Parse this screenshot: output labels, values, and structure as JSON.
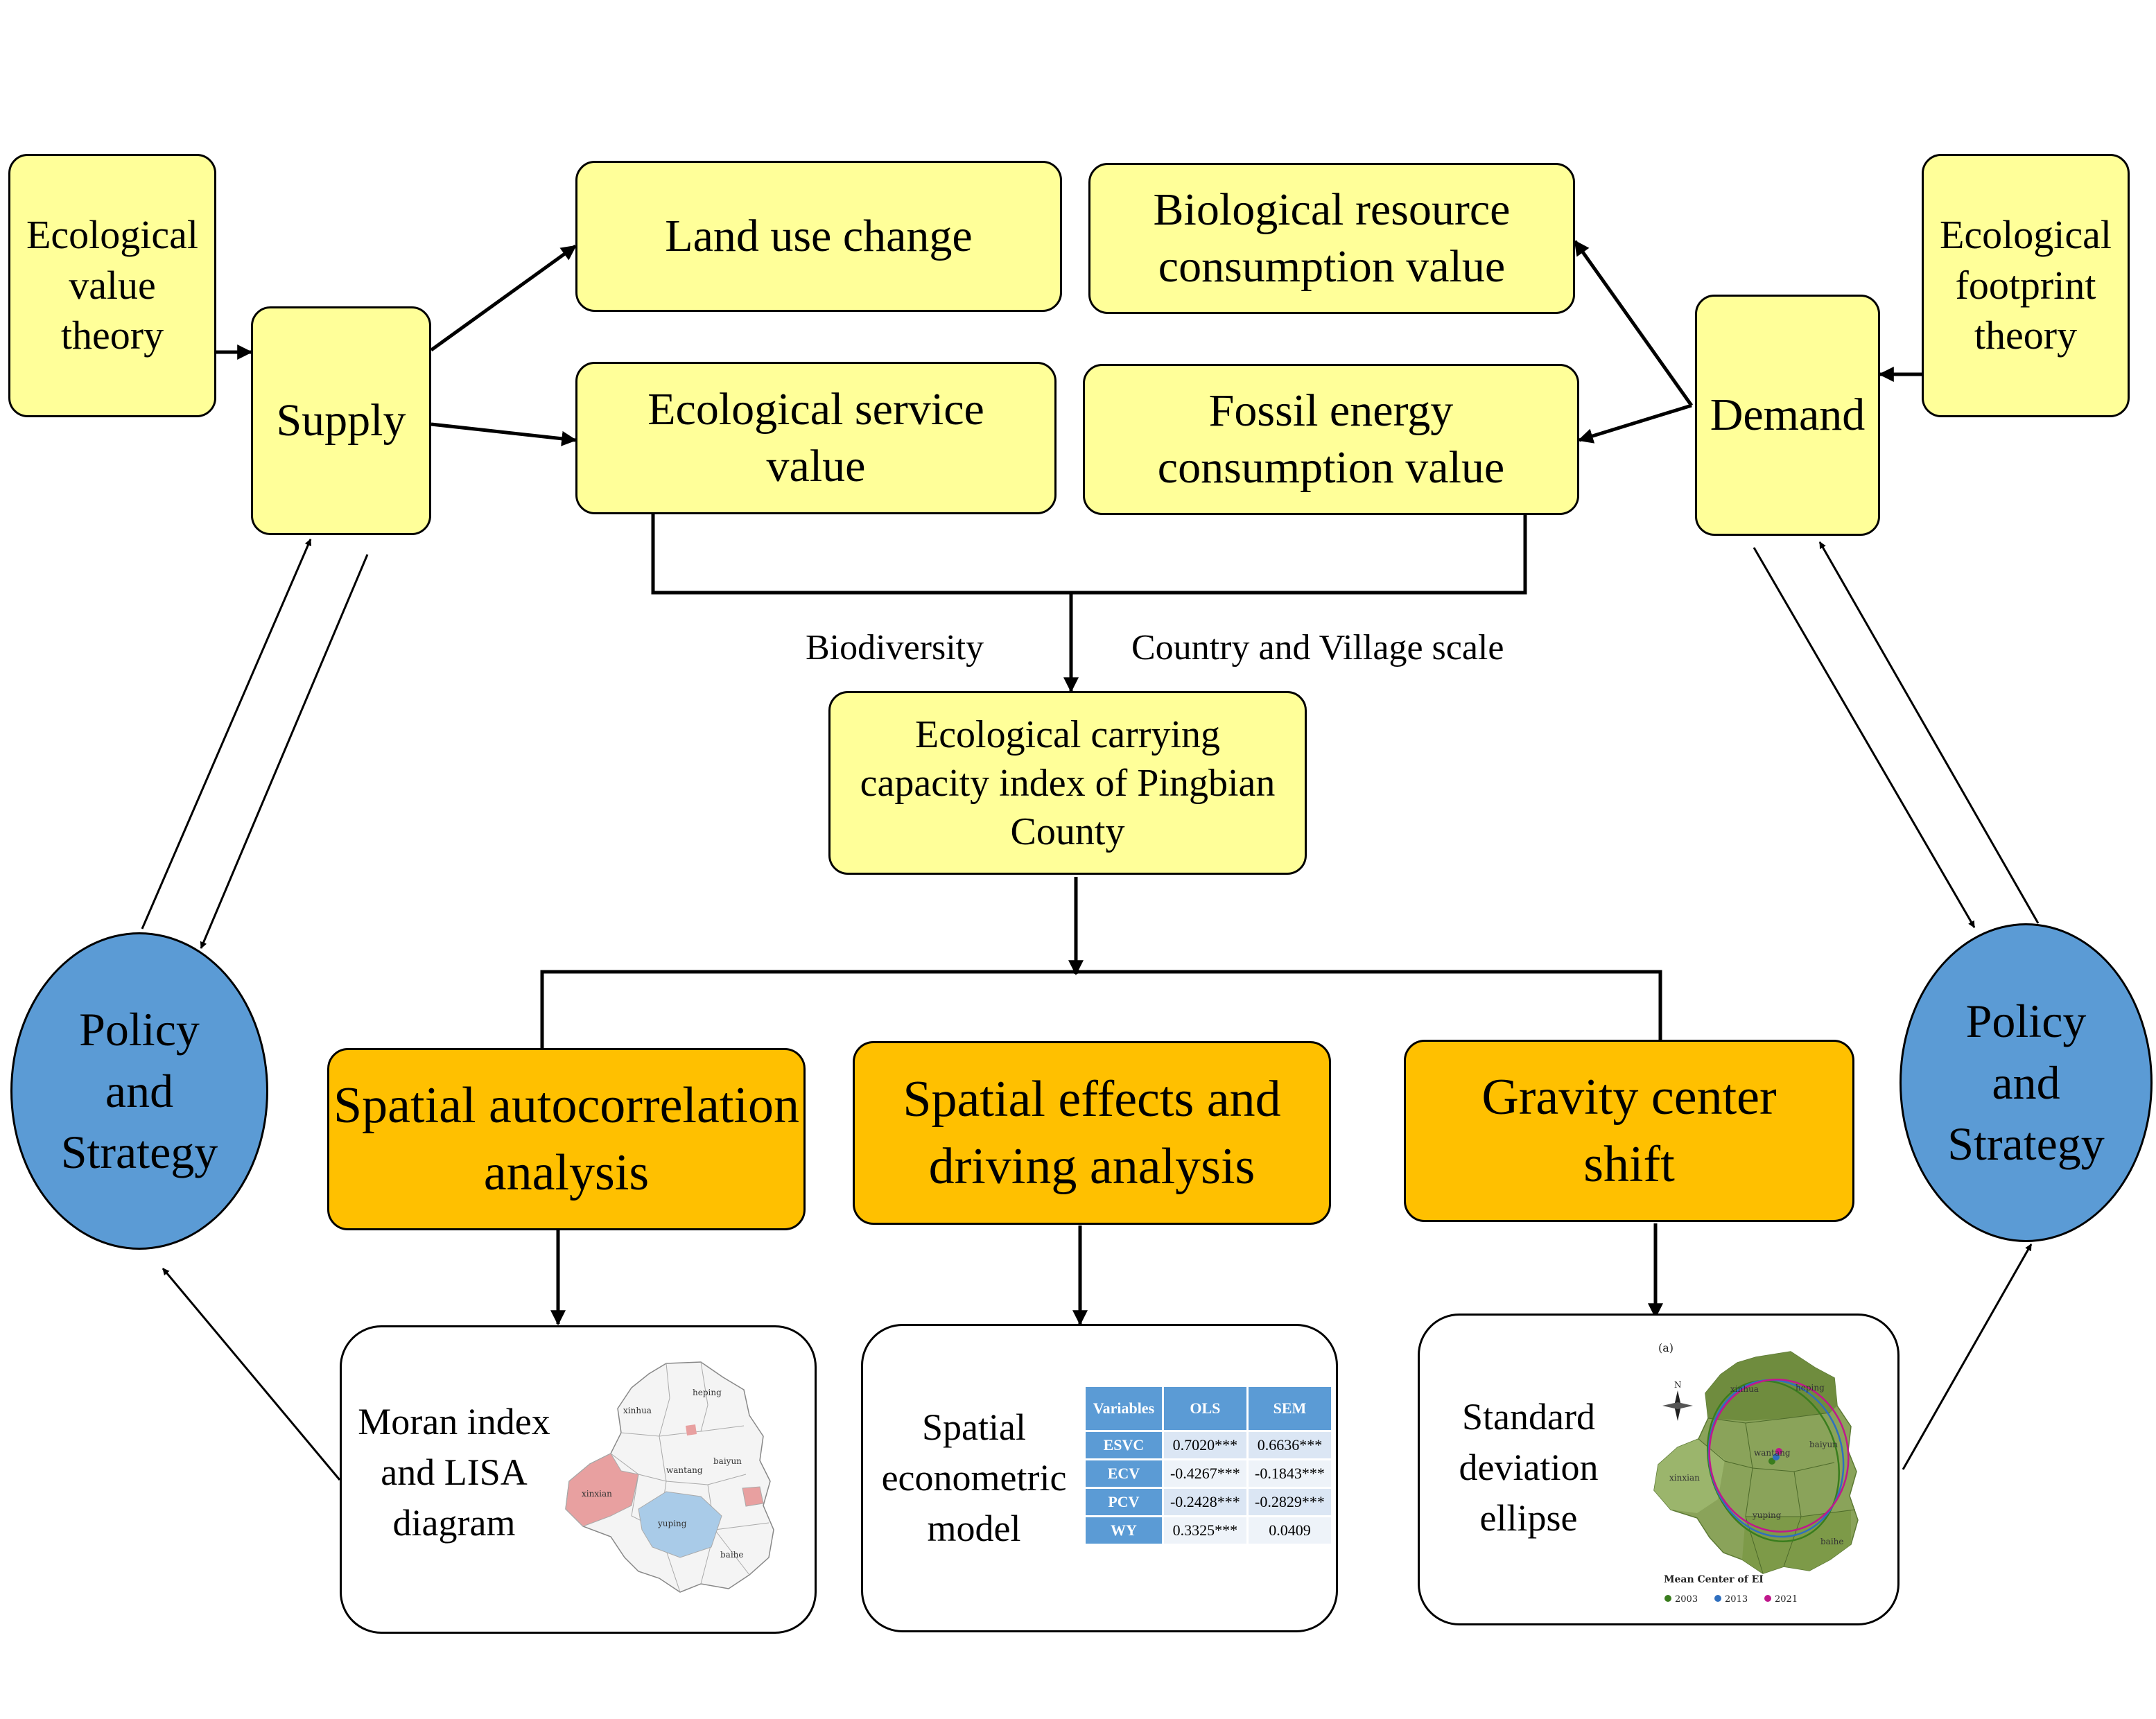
{
  "nodes": {
    "ecological_value_theory": "Ecological\nvalue\ntheory",
    "supply": "Supply",
    "land_use_change": "Land use change",
    "ecological_service_value": "Ecological service\nvalue",
    "biological_resource": "Biological resource\nconsumption value",
    "fossil_energy": "Fossil energy\nconsumption value",
    "demand": "Demand",
    "ecological_footprint_theory": "Ecological\nfootprint\ntheory",
    "ecci": "Ecological carrying\ncapacity index of Pingbian\nCounty",
    "spatial_autocorrelation": "Spatial autocorrelation\nanalysis",
    "spatial_effects": "Spatial effects and\ndriving analysis",
    "gravity_center": "Gravity center\nshift",
    "policy_left": "Policy\nand\nStrategy",
    "policy_right": "Policy\nand\nStrategy"
  },
  "labels": {
    "biodiversity": "Biodiversity",
    "scale": "Country and Village scale"
  },
  "cards": {
    "moran": "Moran index\nand LISA\ndiagram",
    "econometric": "Spatial\neconometric\nmodel",
    "ellipse": "Standard\ndeviation\nellipse"
  },
  "moran_map": {
    "towns": [
      "xinhua",
      "heping",
      "xinxian",
      "baiyun",
      "wantang",
      "yuping",
      "baihe"
    ]
  },
  "regression_table": {
    "headers": [
      "Variables",
      "OLS",
      "SEM"
    ],
    "rows": [
      {
        "var": "ESVC",
        "ols": "0.7020***",
        "sem": "0.6636***"
      },
      {
        "var": "ECV",
        "ols": "-0.4267***",
        "sem": "-0.1843***"
      },
      {
        "var": "PCV",
        "ols": "-0.2428***",
        "sem": "-0.2829***"
      },
      {
        "var": "WY",
        "ols": "0.3325***",
        "sem": "0.0409"
      }
    ]
  },
  "ellipse_map": {
    "panel": "(a)",
    "compass": "N",
    "towns": [
      "xinhua",
      "heping",
      "xinxian",
      "wantang",
      "baiyun",
      "yuping",
      "baihe"
    ],
    "legend_title": "Mean Center of EI",
    "legend": [
      {
        "label": "2003",
        "color": "#3a7d1e"
      },
      {
        "label": "2013",
        "color": "#2f6fbf"
      },
      {
        "label": "2021",
        "color": "#c0188c"
      }
    ]
  }
}
